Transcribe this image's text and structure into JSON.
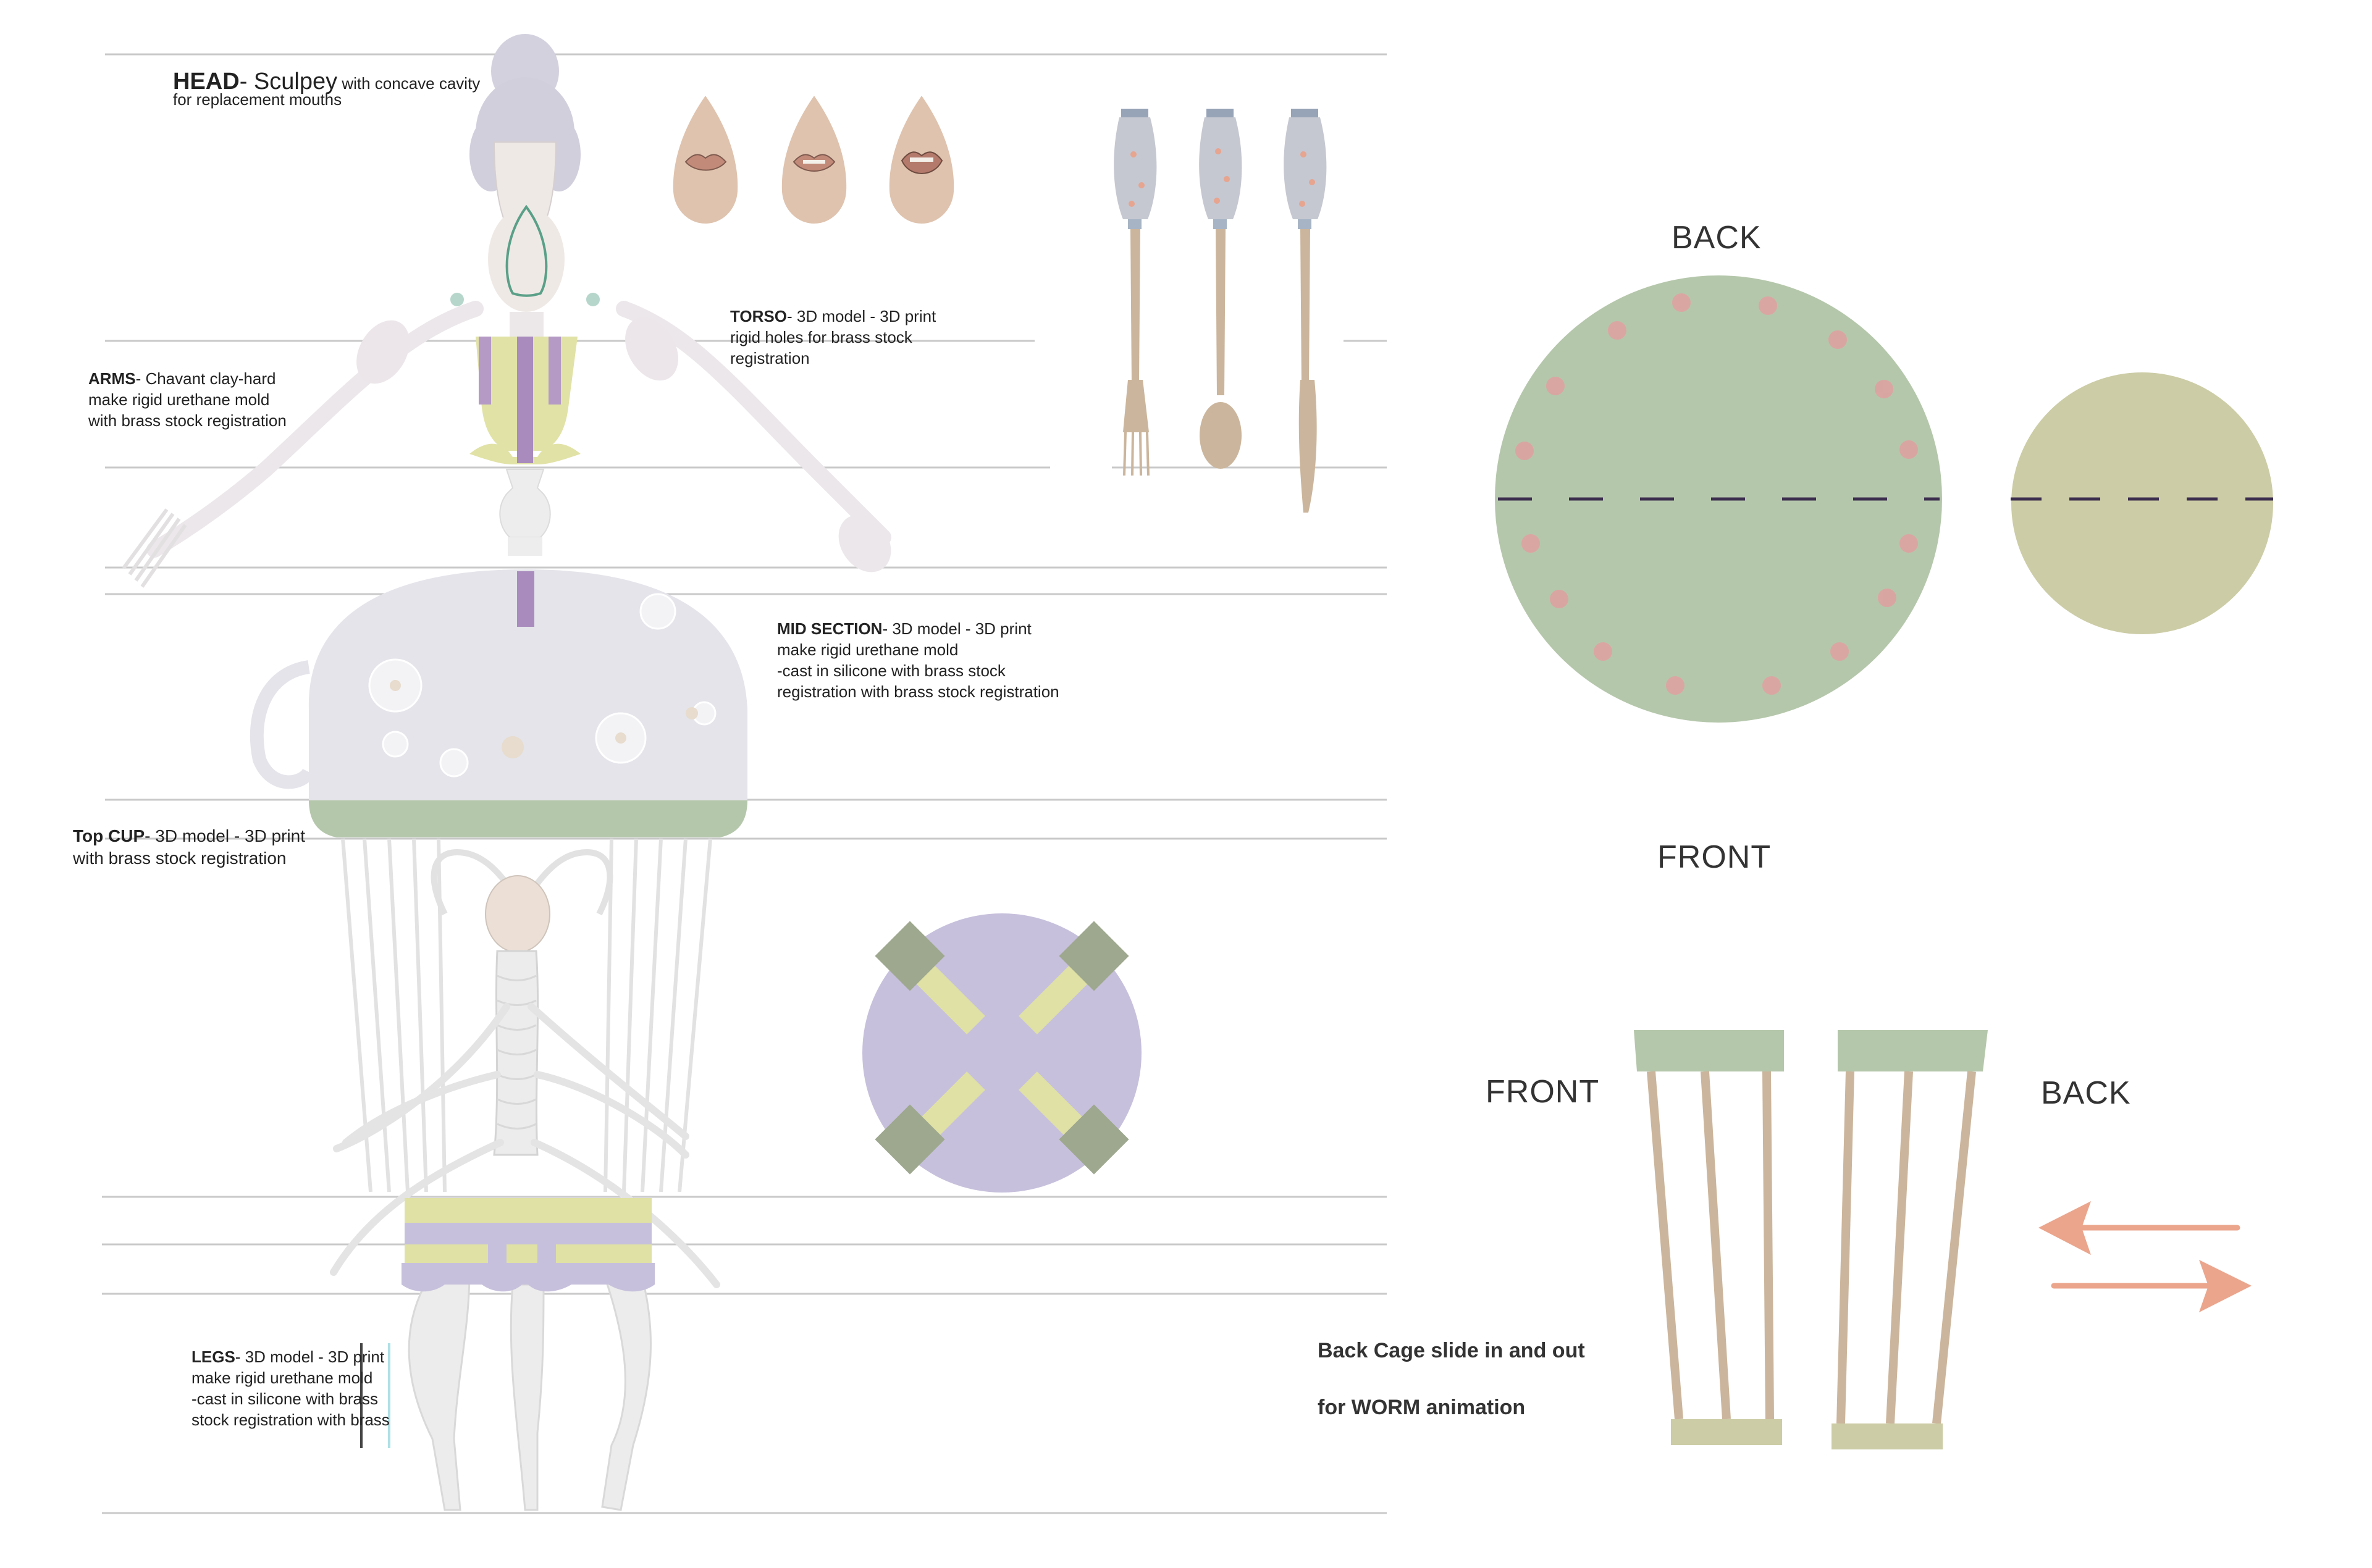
{
  "labels": {
    "head_title": "HEAD",
    "head_material": "- Sculpey",
    "head_note_1": " with concave cavity",
    "head_note_2": "for replacement mouths",
    "torso_title": "TORSO",
    "torso_1": "- 3D model - 3D print",
    "torso_2": "rigid holes for brass stock",
    "torso_3": "registration",
    "arms_title": "ARMS",
    "arms_1": "- Chavant clay-hard",
    "arms_2": "make rigid urethane mold",
    "arms_3": "with brass stock registration",
    "mid_title": "MID SECTION",
    "mid_1": "- 3D model - 3D print",
    "mid_2": "make rigid urethane mold",
    "mid_3": "-cast in silicone with brass stock",
    "mid_4": "registration with brass stock registration",
    "cup_title": "Top CUP",
    "cup_1": "- 3D model - 3D print",
    "cup_2": "with brass stock registration",
    "legs_title": "LEGS",
    "legs_1": "- 3D model - 3D print",
    "legs_2": "make rigid urethane mold",
    "legs_3": "-cast in silicone with brass",
    "legs_4": "stock registration with brass"
  },
  "views": {
    "back_top": "BACK",
    "front_top": "FRONT",
    "front_cage": "FRONT",
    "back_cage": "BACK"
  },
  "cage_note": {
    "line1": "Back Cage slide in and out",
    "line2": "for WORM animation"
  },
  "colors": {
    "sage": "#b5c7ab",
    "olive": "#cccca6",
    "lavender": "#c7c0dc",
    "purple": "#a98bbd",
    "yellow_green": "#dfe1a5",
    "pink": "#e0a0a0",
    "salmon": "#eba58c",
    "dash": "#3b2e4d",
    "tan": "#cbb59c",
    "skin": "#dfc3ae",
    "silver": "#c5c8d1",
    "guide": "#c8c8c8"
  }
}
